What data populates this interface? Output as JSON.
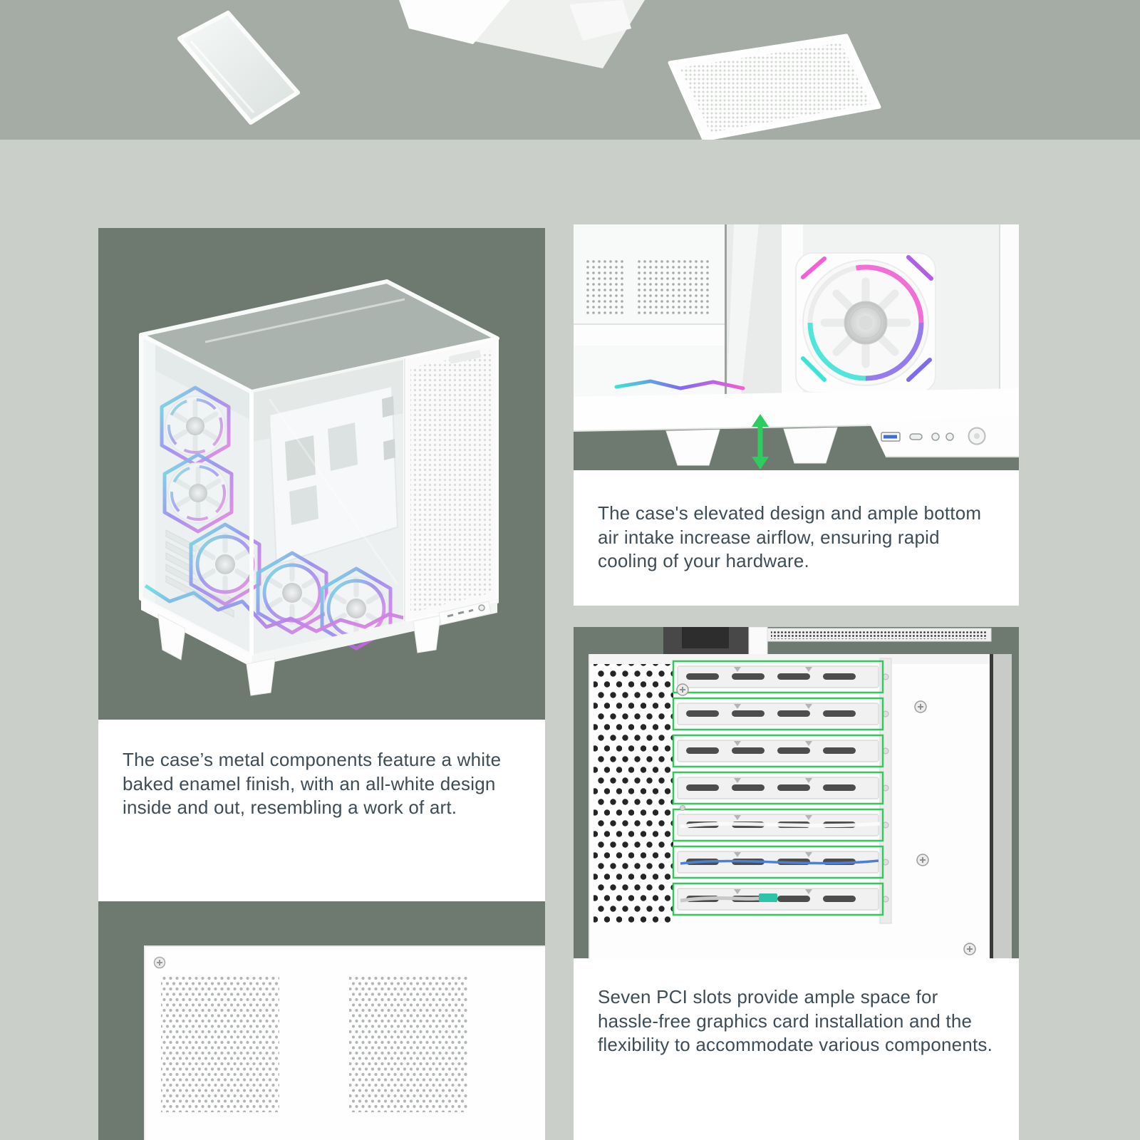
{
  "page": {
    "colors": {
      "page_bg": "#cbcfca",
      "banner_bg": "#a5aba5",
      "card_bg": "#6e7a6f",
      "panel_bg": "#ffffff",
      "text": "#3e4c56",
      "accent_green": "#2ecc5e",
      "rgb_cyan": "#3fe2d8",
      "rgb_violet": "#7e6bef",
      "rgb_magenta": "#f35fd8"
    }
  },
  "sections": {
    "finish": {
      "image": "white-pc-case-render-with-rgb-fans",
      "caption": "The case’s metal components feature a white baked enamel finish, with an all-white design inside and out, resembling a work of art."
    },
    "airflow": {
      "image": "case-bottom-elevated-feet-with-green-airflow-arrow",
      "caption": "The case's elevated design and ample bottom air intake increase airflow, ensuring rapid cooling of your hardware."
    },
    "pci": {
      "image": "rear-panel-seven-pci-slots-highlighted-green",
      "slot_count": 7,
      "caption": "Seven PCI slots provide ample space for hassle-free graphics card installation and the flexibility to accommodate various components."
    },
    "vent": {
      "image": "white-perforated-vent-panel"
    }
  },
  "banner": {
    "image": "exploded-case-panels",
    "panels": [
      "tempered-glass-side-panel",
      "top-panel",
      "mesh-panel"
    ]
  }
}
